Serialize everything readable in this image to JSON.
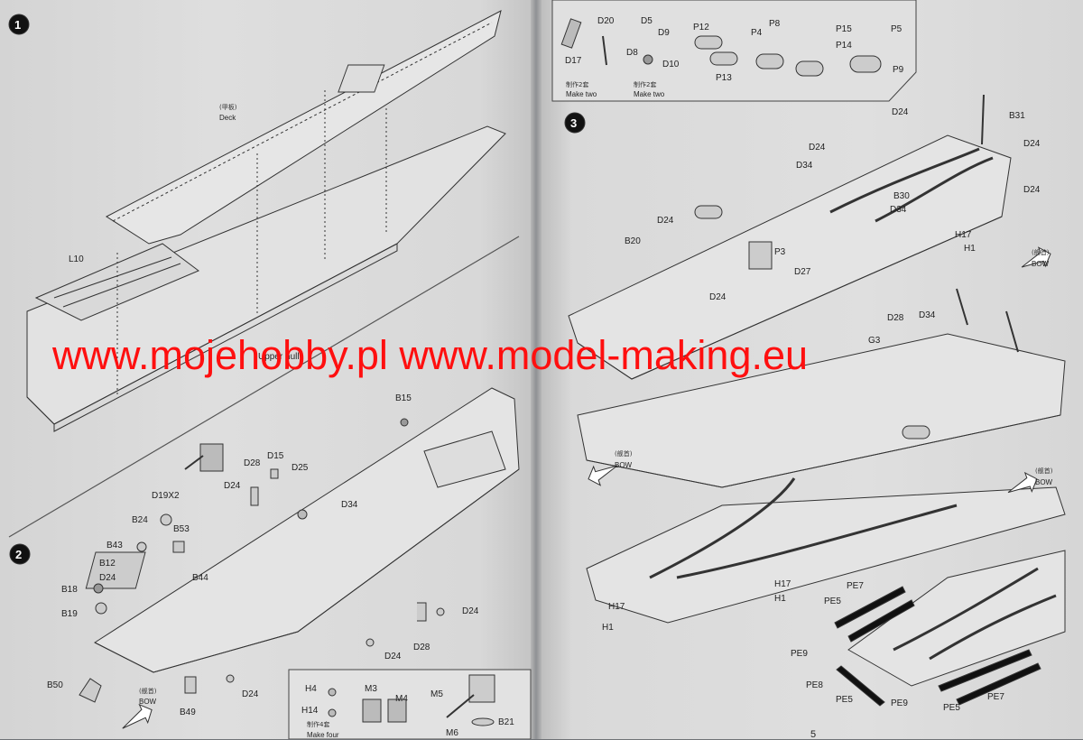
{
  "steps": {
    "step1": "1",
    "step2": "2",
    "step3": "3"
  },
  "step1": {
    "deck_cn": "(甲板)",
    "deck_en": "Deck",
    "l10": "L10",
    "upper_hull": "Upper hull"
  },
  "step2": {
    "labels": [
      "B15",
      "D15",
      "D28",
      "D25",
      "D24",
      "D34",
      "D19X2",
      "B24",
      "B53",
      "B43",
      "B12",
      "D24",
      "B44",
      "B18",
      "B19",
      "D24",
      "D28",
      "D24",
      "D24",
      "B50",
      "B49"
    ],
    "bow_cn": "(舰首)",
    "bow_en": "BOW"
  },
  "inset_top": {
    "labels": [
      "D20",
      "D5",
      "D9",
      "P12",
      "P8",
      "P15",
      "P5",
      "D17",
      "D8",
      "D10",
      "P13",
      "P4",
      "P14",
      "P9"
    ],
    "make_cn_1": "制作2套",
    "make_en_1": "Make two",
    "make_cn_2": "制作2套",
    "make_en_2": "Make two"
  },
  "inset_bottom": {
    "labels": [
      "H4",
      "M3",
      "M4",
      "M5",
      "H14",
      "M6",
      "B21"
    ],
    "make_cn": "制作4套",
    "make_en": "Make four"
  },
  "step3": {
    "labels": [
      "D24",
      "B31",
      "D24",
      "D24",
      "D34",
      "D24",
      "B30",
      "D34",
      "D24",
      "B20",
      "P3",
      "H17",
      "H1",
      "D27",
      "D24",
      "D28",
      "D34",
      "G3",
      "H17",
      "H1",
      "H17",
      "H1",
      "PE7",
      "PE5",
      "PE9",
      "PE8",
      "PE5",
      "PE9",
      "PE5",
      "PE7"
    ],
    "bow_cn_1": "(舰首)",
    "bow_en_1": "BOW",
    "bow_cn_2": "(舰首)",
    "bow_en_2": "BOW",
    "bow_cn_3": "(舰首)",
    "bow_en_3": "BOW"
  },
  "watermark": "www.mojehobby.pl www.model-making.eu",
  "page_number": "5",
  "colors": {
    "watermark": "#ff0f0f",
    "paper": "#dcdcdc",
    "ink": "#222222"
  }
}
